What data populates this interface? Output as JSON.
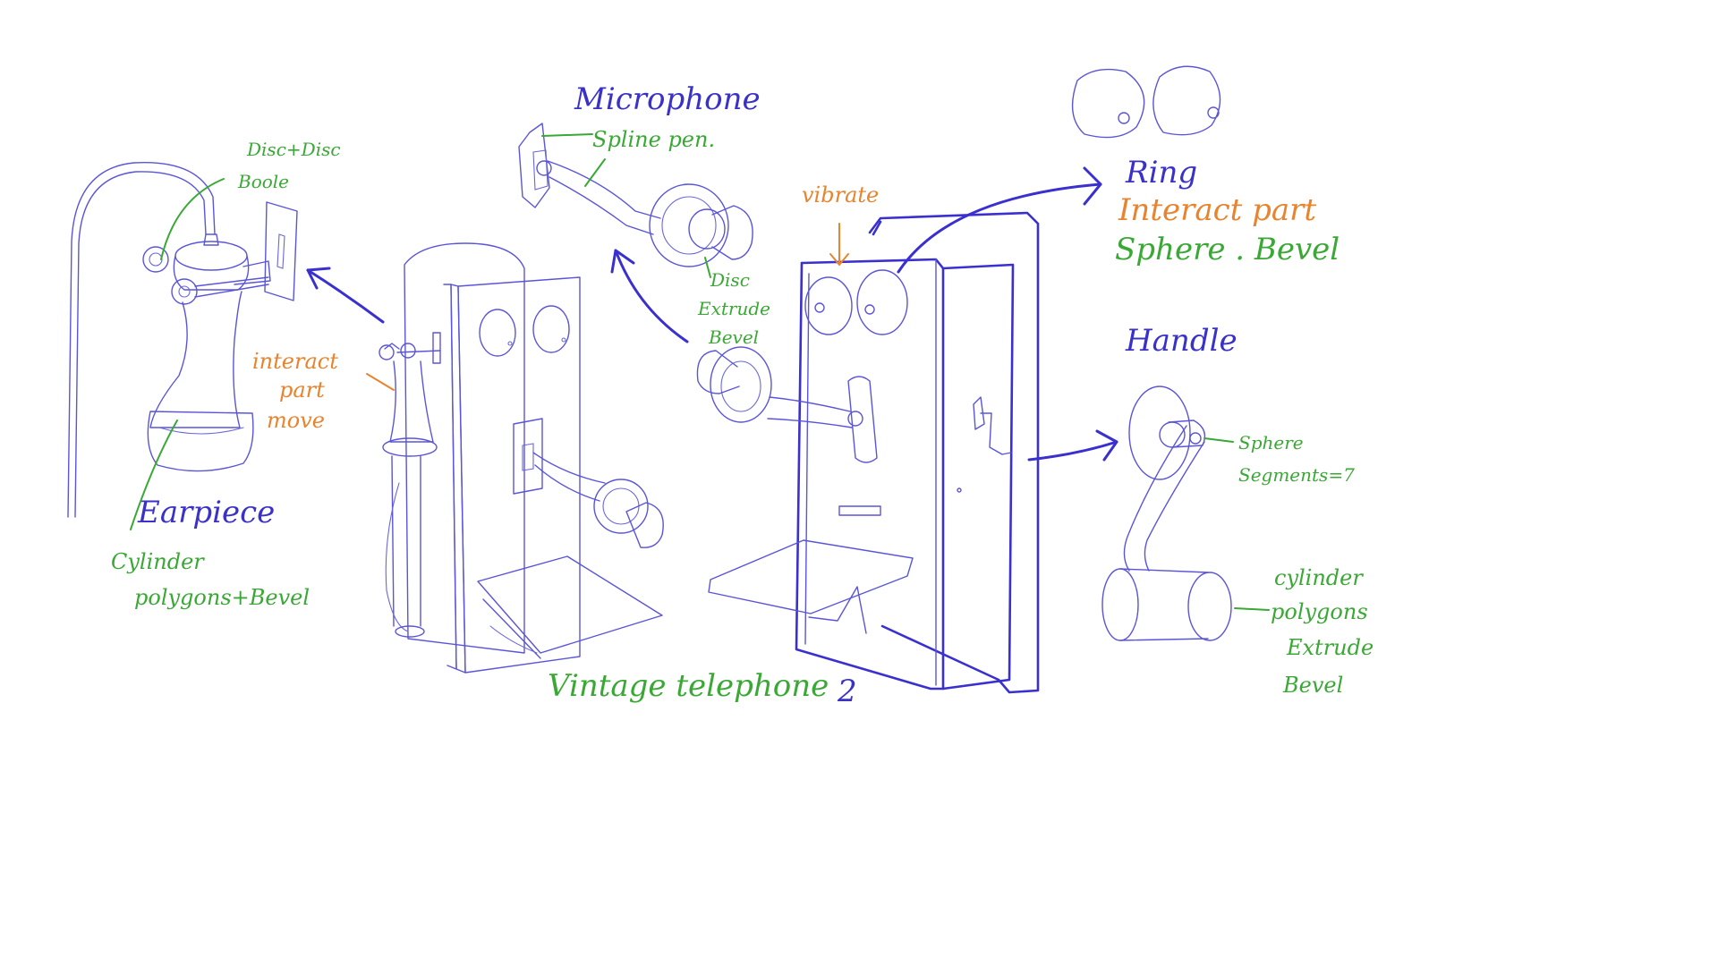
{
  "labels": {
    "disc_bool": [
      "Disc+Disc",
      "Boole"
    ],
    "interact_move": [
      "interact",
      "part",
      "move"
    ],
    "earpiece_title": "Earpiece",
    "earpiece_desc": [
      "Cylinder",
      "polygons+Bevel"
    ],
    "microphone_title": "Microphone",
    "microphone_desc": "Spline pen.",
    "disc_desc": [
      "Disc",
      "Extrude",
      "Bevel"
    ],
    "vibrate": "vibrate",
    "ring_title": "Ring",
    "ring_interact": "Interact part",
    "ring_desc": "Sphere . Bevel",
    "handle_title": "Handle",
    "sphere_desc": [
      "Sphere",
      "Segments=7"
    ],
    "cylinder_desc": [
      "cylinder",
      "polygons",
      "Extrude",
      "Bevel"
    ],
    "footer_title": "Vintage telephone",
    "footer_number": "2"
  },
  "colors": {
    "title_ink": "#3a32c8",
    "interaction_ink": "#e8832e",
    "technique_ink": "#3aa835",
    "sketch_ink": "#5a55d8"
  }
}
